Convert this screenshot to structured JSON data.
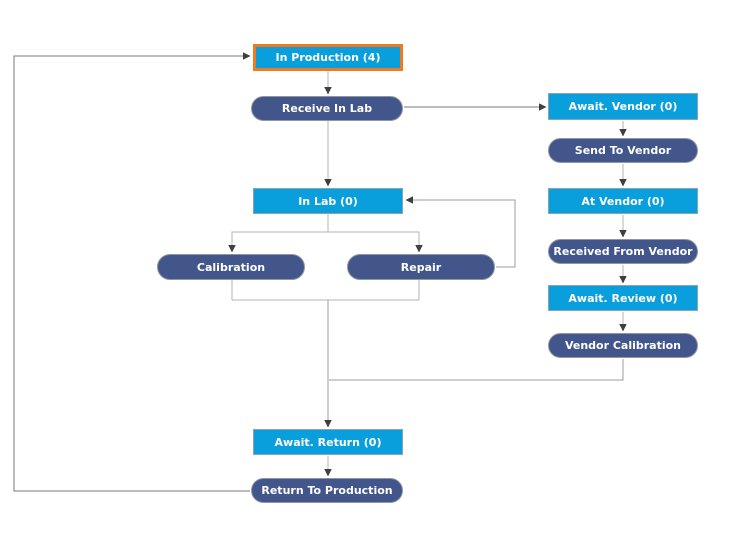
{
  "diagram": {
    "background": "#ffffff",
    "colors": {
      "state_fill": "#099fdc",
      "transition_fill": "#42568c",
      "selected_border": "#ee7c1e",
      "connector_light": "#b3b3b3",
      "connector_dark": "#7a7a7a",
      "arrowhead": "#3f3f3f",
      "node_text": "#ffffff"
    },
    "nodes": {
      "in_production": {
        "label": "In Production (4)",
        "type": "state",
        "selected": true
      },
      "receive_in_lab": {
        "label": "Receive In Lab",
        "type": "transition"
      },
      "in_lab": {
        "label": "In Lab (0)",
        "type": "state"
      },
      "calibration": {
        "label": "Calibration",
        "type": "transition"
      },
      "repair": {
        "label": "Repair",
        "type": "transition"
      },
      "await_vendor": {
        "label": "Await. Vendor (0)",
        "type": "state"
      },
      "send_to_vendor": {
        "label": "Send To Vendor",
        "type": "transition"
      },
      "at_vendor": {
        "label": "At Vendor (0)",
        "type": "state"
      },
      "received_from_vendor": {
        "label": "Received From Vendor",
        "type": "transition"
      },
      "await_review": {
        "label": "Await. Review (0)",
        "type": "state"
      },
      "vendor_calibration": {
        "label": "Vendor Calibration",
        "type": "transition"
      },
      "await_return": {
        "label": "Await. Return (0)",
        "type": "state"
      },
      "return_to_production": {
        "label": "Return To Production",
        "type": "transition"
      }
    },
    "edges": [
      {
        "from": "in_production",
        "to": "receive_in_lab"
      },
      {
        "from": "receive_in_lab",
        "to": "in_lab"
      },
      {
        "from": "receive_in_lab",
        "to": "await_vendor"
      },
      {
        "from": "in_lab",
        "to": "calibration"
      },
      {
        "from": "in_lab",
        "to": "repair"
      },
      {
        "from": "calibration",
        "to": "await_return"
      },
      {
        "from": "repair",
        "to": "await_return"
      },
      {
        "from": "repair",
        "to": "in_lab"
      },
      {
        "from": "await_vendor",
        "to": "send_to_vendor"
      },
      {
        "from": "send_to_vendor",
        "to": "at_vendor"
      },
      {
        "from": "at_vendor",
        "to": "received_from_vendor"
      },
      {
        "from": "received_from_vendor",
        "to": "await_review"
      },
      {
        "from": "await_review",
        "to": "vendor_calibration"
      },
      {
        "from": "vendor_calibration",
        "to": "await_return"
      },
      {
        "from": "await_return",
        "to": "return_to_production"
      },
      {
        "from": "return_to_production",
        "to": "in_production"
      }
    ]
  }
}
